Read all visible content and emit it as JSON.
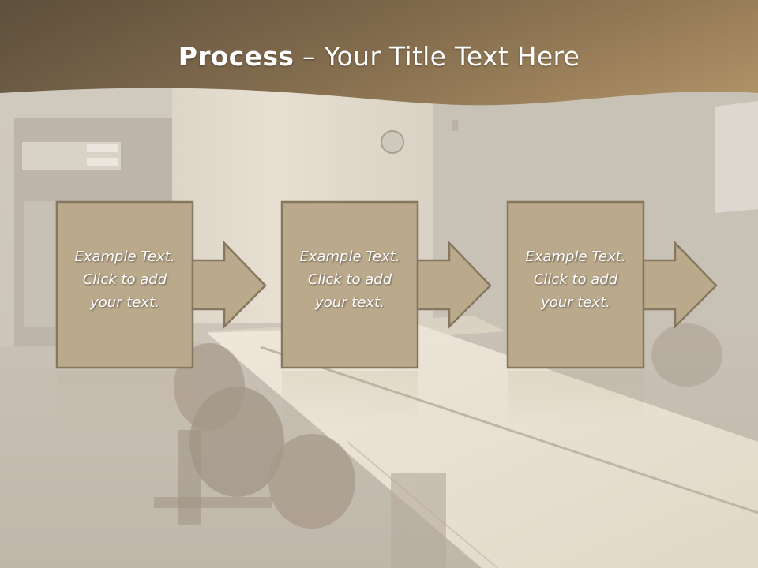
{
  "slide": {
    "title_bold": "Process",
    "title_rest": " – Your Title Text Here"
  },
  "steps": [
    {
      "line1": "Example Text.",
      "line2": "Click  to add",
      "line3": "your text."
    },
    {
      "line1": "Example Text.",
      "line2": "Click  to add",
      "line3": "your text."
    },
    {
      "line1": "Example Text.",
      "line2": "Click  to add",
      "line3": "your text."
    }
  ],
  "colors": {
    "banner_dark": "#6b5a44",
    "banner_light": "#a8885e",
    "box_fill": "#bba98c",
    "box_stroke": "#857760",
    "room_wall": "#cdc6bb",
    "room_floor": "#c4bcb0",
    "table_top": "#ebe3d4"
  },
  "icons": [
    "right-arrow-icon"
  ]
}
